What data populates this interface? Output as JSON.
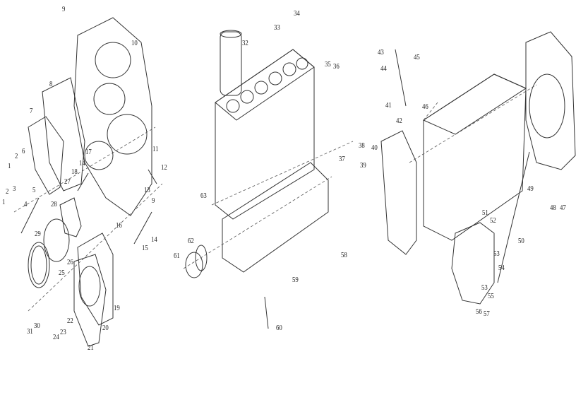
{
  "diagram": {
    "title": "",
    "callouts": [
      "9",
      "10",
      "8",
      "7",
      "11",
      "12",
      "17",
      "18",
      "14",
      "6",
      "2",
      "1",
      "3",
      "2",
      "1",
      "5",
      "4",
      "27",
      "28",
      "13",
      "9",
      "16",
      "15",
      "14",
      "29",
      "26",
      "25",
      "19",
      "20",
      "22",
      "23",
      "24",
      "21",
      "31",
      "30",
      "34",
      "33",
      "32",
      "35",
      "36",
      "38",
      "37",
      "39",
      "63",
      "62",
      "61",
      "58",
      "59",
      "60",
      "43",
      "44",
      "45",
      "41",
      "42",
      "46",
      "40",
      "49",
      "48",
      "47",
      "51",
      "52",
      "50",
      "53",
      "54",
      "53",
      "55",
      "56",
      "57"
    ]
  }
}
